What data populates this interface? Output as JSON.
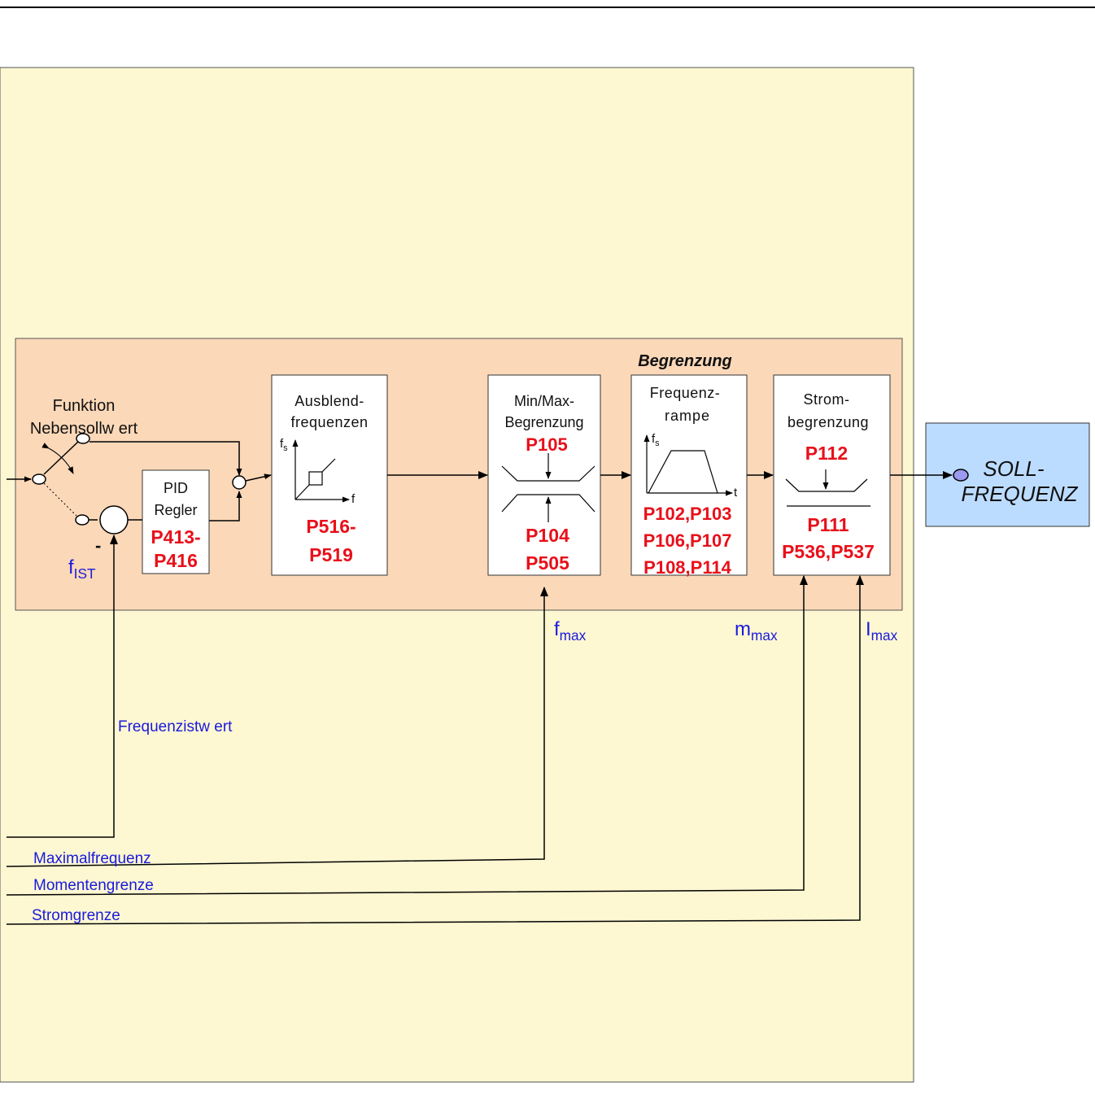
{
  "colors": {
    "outer_panel": "#fdf7d2",
    "inner_panel": "#fbd8b8",
    "box": "#ffffff",
    "output_box": "#bcdcff",
    "parameter_text": "#e8101a",
    "signal_text": "#1a1adc",
    "node_fill": "#9a9af0"
  },
  "switch": {
    "title_line1": "Funktion",
    "title_line2": "Nebensollw ert"
  },
  "feedback": {
    "minus": "-",
    "f_symbol": "f",
    "f_sub": "IST"
  },
  "pid": {
    "title_line1": "PID",
    "title_line2": "Regler",
    "param_line1": "P413-",
    "param_line2": "P416"
  },
  "ausblend": {
    "title_line1": "Ausblend-",
    "title_line2": "frequenzen",
    "axis_y": "f",
    "axis_y_sub": "s",
    "axis_x": "f",
    "param_line1": "P516-",
    "param_line2": "P519"
  },
  "begrenzung_header": "Begrenzung",
  "minmax": {
    "title_line1": "Min/Max-",
    "title_line2": "Begrenzung",
    "param_top": "P105",
    "param_line1": "P104",
    "param_line2": "P505"
  },
  "rampe": {
    "title_line1": "Frequenz-",
    "title_line2": "rampe",
    "axis_y": "f",
    "axis_y_sub": "s",
    "axis_x": "t",
    "param_line1": "P102,P103",
    "param_line2": "P106,P107",
    "param_line3": "P108,P114"
  },
  "strom": {
    "title_line1": "Strom-",
    "title_line2": "begrenzung",
    "param_top": "P112",
    "param_line1": "P111",
    "param_line2": "P536,P537"
  },
  "output": {
    "line1": "SOLL-",
    "line2": "FREQUENZ"
  },
  "limits": {
    "fmax": "f",
    "fmax_sub": "max",
    "mmax": "m",
    "mmax_sub": "max",
    "imax": "I",
    "imax_sub": "max"
  },
  "signals": {
    "frequenzistwert": "Frequenzistw ert",
    "maximalfrequenz": "Maximalfrequenz",
    "momentengrenze": "Momentengrenze",
    "stromgrenze": "Stromgrenze"
  }
}
